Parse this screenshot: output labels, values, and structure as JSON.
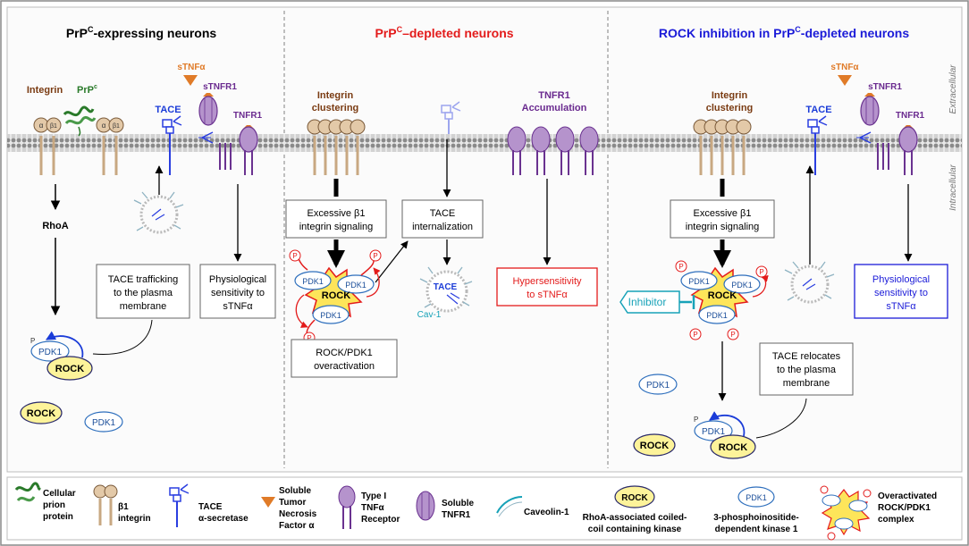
{
  "colors": {
    "integrin": "#c8a882",
    "integrin_dark": "#7a5a3a",
    "tace": "#2a3ee0",
    "tnfr": "#6a3290",
    "tnfr_fill": "#b593cc",
    "stnf": "#e07b28",
    "rock_fill": "#fdf39a",
    "pdk_stroke": "#2e6fbd",
    "red": "#e31b1b",
    "blue_title": "#1b1bd8",
    "brown_title": "#7a3b12",
    "purple_title": "#6a2a8f"
  },
  "panels": {
    "p1_title": {
      "main": "PrP",
      "sup": "C",
      "rest": "-expressing neurons"
    },
    "p2_title": {
      "main": "PrP",
      "sup": "C",
      "rest": "–depleted neurons"
    },
    "p3_title": {
      "main": "ROCK inhibition in PrP",
      "sup": "C",
      "rest": "-depleted neurons"
    }
  },
  "side_labels": {
    "extracellular": "Extracellular",
    "intracellular": "Intracellular"
  },
  "p1": {
    "integrin_label": "Integrin",
    "prp_label": "PrP",
    "prp_sup": "c",
    "alpha": "α",
    "beta": "β1",
    "tace": "TACE",
    "stnf": "sTNFα",
    "stnfr1": "sTNFR1",
    "tnfr1": "TNFR1",
    "rhoa": "RhoA",
    "box_trafficking": [
      "TACE trafficking",
      "to the plasma",
      "membrane"
    ],
    "box_sensitivity": [
      "Physiological",
      "sensitivity to",
      "sTNFα"
    ],
    "pdk1": "PDK1",
    "rock": "ROCK",
    "p": "P"
  },
  "p2": {
    "integrin_clustering": [
      "Integrin",
      "clustering"
    ],
    "tnfr1_accumulation": [
      "TNFR1",
      "Accumulation"
    ],
    "box_excessive": [
      "Excessive β1",
      "integrin signaling"
    ],
    "box_internalization": [
      "TACE",
      "internalization"
    ],
    "box_overactivation": [
      "ROCK/PDK1",
      "overactivation"
    ],
    "box_hypersensitivity": [
      "Hypersensitivity",
      "to sTNFα"
    ],
    "tace": "TACE",
    "cav1": "Cav-1",
    "pdk1": "PDK1",
    "rock": "ROCK",
    "p": "P"
  },
  "p3": {
    "stnf": "sTNFα",
    "integrin_clustering": [
      "Integrin",
      "clustering"
    ],
    "tace": "TACE",
    "stnfr1": "sTNFR1",
    "tnfr1": "TNFR1",
    "box_excessive": [
      "Excessive β1",
      "integrin signaling"
    ],
    "inhibitor": "Inhibitor",
    "box_sensitivity": [
      "Physiological",
      "sensitivity to",
      "sTNFα"
    ],
    "box_relocates": [
      "TACE relocates",
      "to the plasma",
      "membrane"
    ],
    "pdk1": "PDK1",
    "rock": "ROCK",
    "p": "P"
  },
  "legend": {
    "prion": [
      "Cellular",
      "prion",
      "protein"
    ],
    "integrin": [
      "β1",
      "integrin"
    ],
    "tace": [
      "TACE",
      "α-secretase"
    ],
    "stnf": [
      "Soluble",
      "Tumor",
      "Necrosis",
      "Factor α"
    ],
    "tnfr1": [
      "Type I",
      "TNFα",
      "Receptor"
    ],
    "stnfr1": [
      "Soluble",
      "TNFR1"
    ],
    "caveolin": "Caveolin-1",
    "rock_icon": "ROCK",
    "rock_desc": [
      "RhoA-associated coiled-",
      "coil containing kinase"
    ],
    "pdk_icon": "PDK1",
    "pdk_desc": [
      "3-phosphoinositide-",
      "dependent kinase 1"
    ],
    "complex": [
      "Overactivated",
      "ROCK/PDK1",
      "complex"
    ]
  }
}
